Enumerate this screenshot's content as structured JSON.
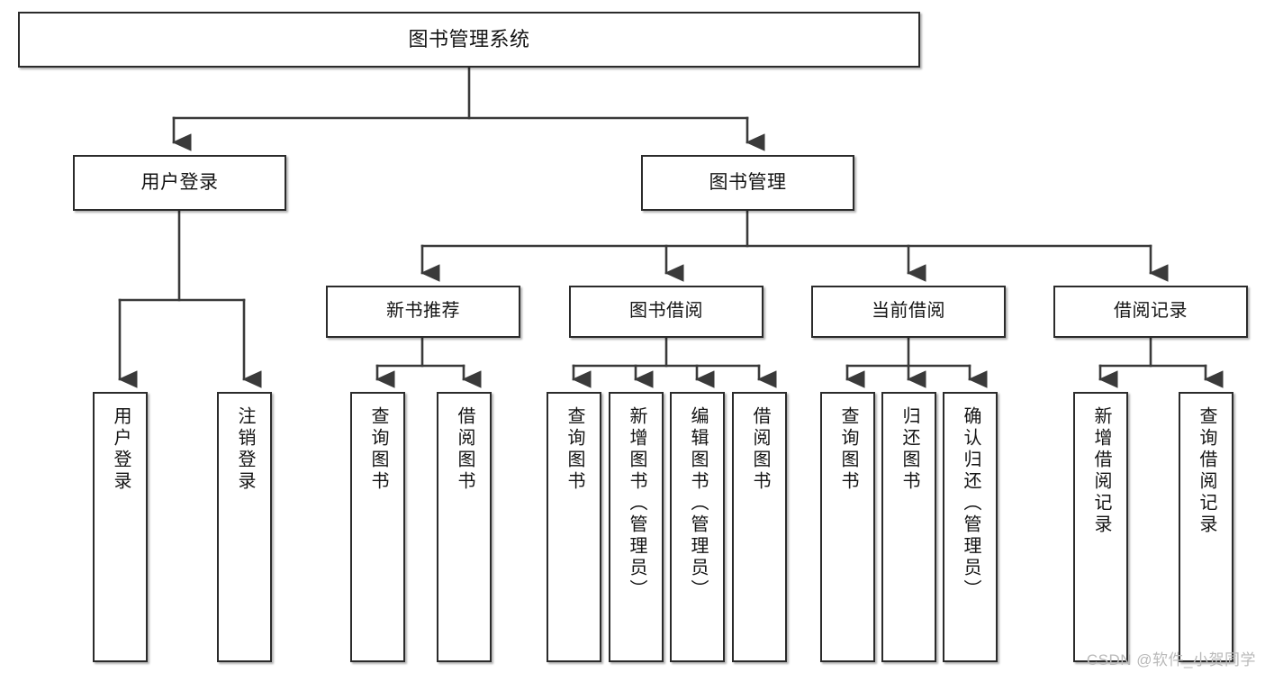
{
  "diagram": {
    "type": "tree",
    "title": "图书管理系统",
    "watermark": "CSDN @软件_小贺同学",
    "colors": {
      "box_border": "#2b2b2b",
      "box_fill": "#ffffff",
      "connector": "#3a3a3a",
      "text": "#141414",
      "watermark": "#b9b9b9"
    },
    "nodes": {
      "root": {
        "label": "图书管理系统"
      },
      "level2": [
        {
          "label": "用户登录"
        },
        {
          "label": "图书管理"
        }
      ],
      "level3": [
        {
          "label": "新书推荐"
        },
        {
          "label": "图书借阅"
        },
        {
          "label": "当前借阅"
        },
        {
          "label": "借阅记录"
        }
      ],
      "leaves": {
        "user_login": [
          {
            "label": "用户登录"
          },
          {
            "label": "注销登录"
          }
        ],
        "new_book": [
          {
            "label": "查询图书"
          },
          {
            "label": "借阅图书"
          }
        ],
        "book_borrow": [
          {
            "label": "查询图书"
          },
          {
            "label": "新增图书（管理员）"
          },
          {
            "label": "编辑图书（管理员）"
          },
          {
            "label": "借阅图书"
          }
        ],
        "current_borrow": [
          {
            "label": "查询图书"
          },
          {
            "label": "归还图书"
          },
          {
            "label": "确认归还（管理员）"
          }
        ],
        "borrow_record": [
          {
            "label": "新增借阅记录"
          },
          {
            "label": "查询借阅记录"
          }
        ]
      }
    }
  }
}
